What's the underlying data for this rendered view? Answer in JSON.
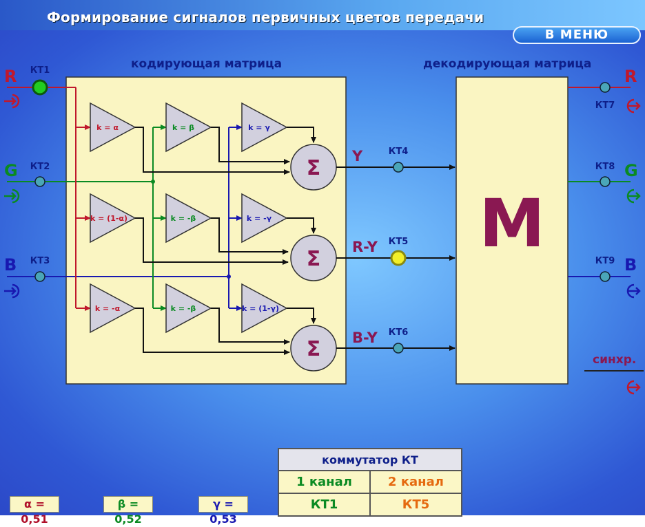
{
  "title": "Формирование сигналов первичных цветов передачи",
  "menu_button": "В МЕНЮ",
  "encoder": {
    "label": "кодирующая матрица",
    "gains": [
      [
        "k = α",
        "k = β",
        "k = γ"
      ],
      [
        "k = (1-α)",
        "k = -β",
        "k = -γ"
      ],
      [
        "k = -α",
        "k = -β",
        "k = (1-γ)"
      ]
    ],
    "sum_symbol": "Σ"
  },
  "decoder": {
    "label": "декодирующая матрица",
    "block_letter": "M"
  },
  "inputs": [
    {
      "channel": "R",
      "test_point": "КТ1",
      "color": "#c0182c"
    },
    {
      "channel": "G",
      "test_point": "КТ2",
      "color": "#0a8a22"
    },
    {
      "channel": "B",
      "test_point": "КТ3",
      "color": "#1818b0"
    }
  ],
  "signals": [
    {
      "name": "Y",
      "test_point": "КТ4"
    },
    {
      "name": "R-Y",
      "test_point": "КТ5"
    },
    {
      "name": "B-Y",
      "test_point": "КТ6"
    }
  ],
  "outputs": [
    {
      "channel": "R",
      "test_point": "КТ7",
      "color": "#c0182c"
    },
    {
      "channel": "G",
      "test_point": "КТ8",
      "color": "#0a8a22"
    },
    {
      "channel": "B",
      "test_point": "КТ9",
      "color": "#1818b0"
    }
  ],
  "sync_label": "синхр.",
  "coefficients": {
    "alpha": "α = 0,51",
    "beta": "β = 0,52",
    "gamma": "γ = 0,53"
  },
  "switch": {
    "title": "коммутатор КТ",
    "channel1_label": "1 канал",
    "channel2_label": "2 канал",
    "channel1_value": "КТ1",
    "channel2_value": "КТ5"
  },
  "colors": {
    "red": "#c0182c",
    "green": "#0a8a22",
    "blue": "#1818b0",
    "block_fill": "#faf5c2",
    "active_point_green": "#22cc22",
    "active_point_yellow": "#f2ef2a",
    "idle_point": "#4aa6b8"
  }
}
